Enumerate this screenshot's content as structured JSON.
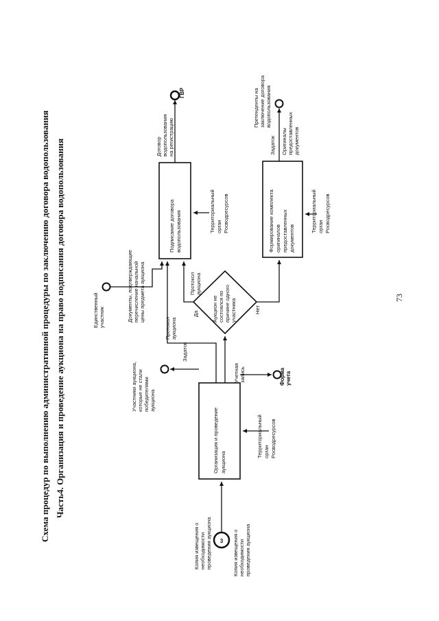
{
  "title": {
    "line1": "Схема процедур по выполнению административной процедуры по заключению договора водопользования",
    "line2": "Часть4. Организация и проведение аукциона на право подписания договора водопользования"
  },
  "boxes": {
    "organize": [
      "Организация и проведение",
      "аукциона"
    ],
    "sign": [
      "Подписание договора",
      "водопользования"
    ],
    "assemble": [
      "Формирование комплекта",
      "оригиналов",
      "предоставленных",
      "документов"
    ]
  },
  "decision": [
    "Аукцион не",
    "состоялся по",
    "причине одного",
    "участника"
  ],
  "connectors": {
    "start": "3"
  },
  "labels": {
    "notice_in": [
      "Копия извещения о",
      "необходимости",
      "проведения аукциона"
    ],
    "notice_in2": [
      "Копия извещения о",
      "необходимости",
      "проведения аукциона"
    ],
    "terr_org_a": [
      "Территориальный",
      "орган",
      "Росводресурсов"
    ],
    "terr_org_b": [
      "Территориальный",
      "орган",
      "Росводресурсов"
    ],
    "terr_org_c": [
      "Территориальный",
      "орган",
      "Росводресурсов"
    ],
    "losers": [
      "Участники аукциона,",
      "которые не стали",
      "победителями",
      "аукциона"
    ],
    "deposit_top": "Задаток",
    "record_entry": [
      "Учетная",
      "запись"
    ],
    "form_record": [
      "Форма",
      "учета"
    ],
    "protocol_a": [
      "Протокол",
      "аукциона"
    ],
    "protocol_b": [
      "Протокол",
      "аукциона"
    ],
    "yes": "Да",
    "no": "Нет",
    "single_participant": [
      "Единственный",
      "участник"
    ],
    "docs_payment": [
      "Документы, подтверждающие",
      "перечисление начальной",
      "цены предмета аукциона"
    ],
    "contract": [
      "Договор",
      "водопользования",
      "на регистрацию"
    ],
    "gvr": "ГВР",
    "deposit_right": "Задаток",
    "originals": [
      "Оригиналы",
      "предоставленных",
      "документов"
    ],
    "applicants": [
      "Претенденты на",
      "заключение договора",
      "водопользования"
    ]
  },
  "page_number": "73"
}
